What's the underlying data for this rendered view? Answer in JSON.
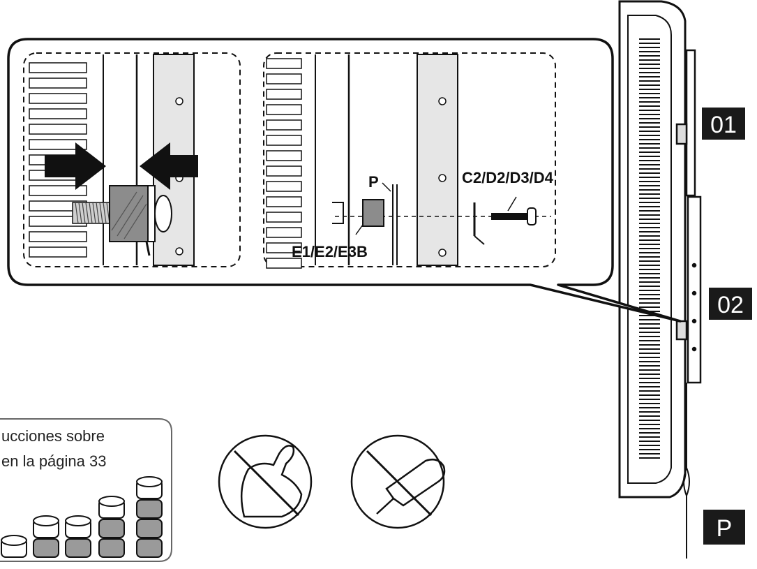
{
  "callout": {
    "part_p": "P",
    "screws": "C2/D2/D3/D4",
    "spacers": "E1/E2/E3B"
  },
  "badges": {
    "step1": "01",
    "step2": "02",
    "step_p": "P"
  },
  "note": {
    "line1": "ucciones sobre",
    "line2": "en la página 33"
  },
  "icons": {
    "no_force": "no-force-icon",
    "no_drill": "no-power-drill-icon"
  },
  "colors": {
    "ink": "#111111",
    "badge_bg": "#1a1a1a",
    "spacer_fill": "#8c8c8c",
    "bracket_fill": "#e6e6e6"
  }
}
